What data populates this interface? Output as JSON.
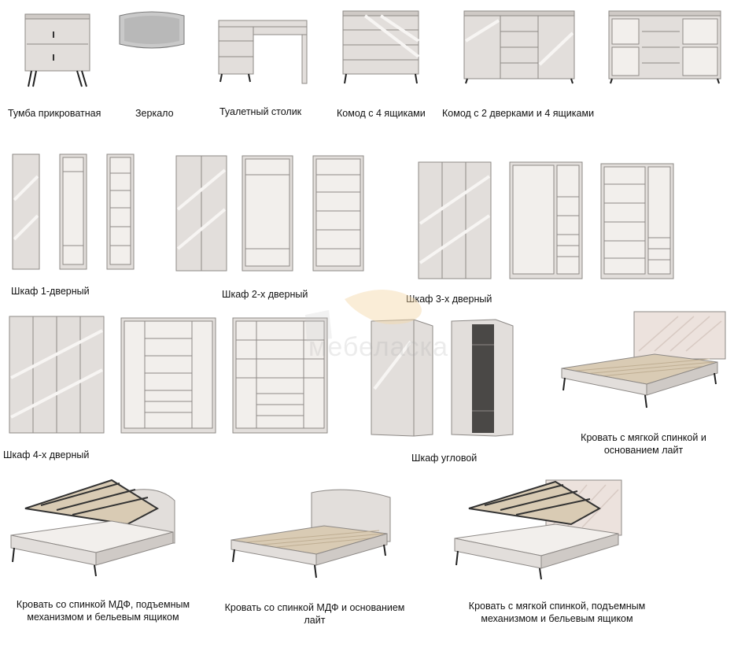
{
  "captions": {
    "nightstand": "Тумба прикроватная",
    "mirror": "Зеркало",
    "dressing_table": "Туалетный столик",
    "dresser4": "Комод с 4 ящиками",
    "dresser2d4": "Комод с 2 дверками и 4 ящиками",
    "wardrobe1": "Шкаф 1-дверный",
    "wardrobe2": "Шкаф 2-х дверный",
    "wardrobe3": "Шкаф 3-х дверный",
    "wardrobe4": "Шкаф 4-х дверный",
    "corner": "Шкаф угловой",
    "bed_soft_lite_l1": "Кровать с мягкой спинкой и",
    "bed_soft_lite_l2": "основанием лайт",
    "bed_mdf_lift_l1": "Кровать со спинкой МДФ, подъемным",
    "bed_mdf_lift_l2": "механизмом и бельевым ящиком",
    "bed_mdf_lite_l1": "Кровать со спинкой МДФ и основанием",
    "bed_mdf_lite_l2": "лайт",
    "bed_soft_lift_l1": "Кровать с мягкой спинкой, подъемным",
    "bed_soft_lift_l2": "механизмом и бельевым ящиком"
  },
  "watermark": {
    "text": "мебеласка"
  },
  "colors": {
    "body": "#e2dedb",
    "body_dark": "#cfcac6",
    "edge": "#8d8986",
    "interior": "#f2efec",
    "leg": "#222222",
    "slat": "#d9cbb4",
    "soft_head": "#ece2dd",
    "watermark_gold": "#f3d7a6"
  }
}
